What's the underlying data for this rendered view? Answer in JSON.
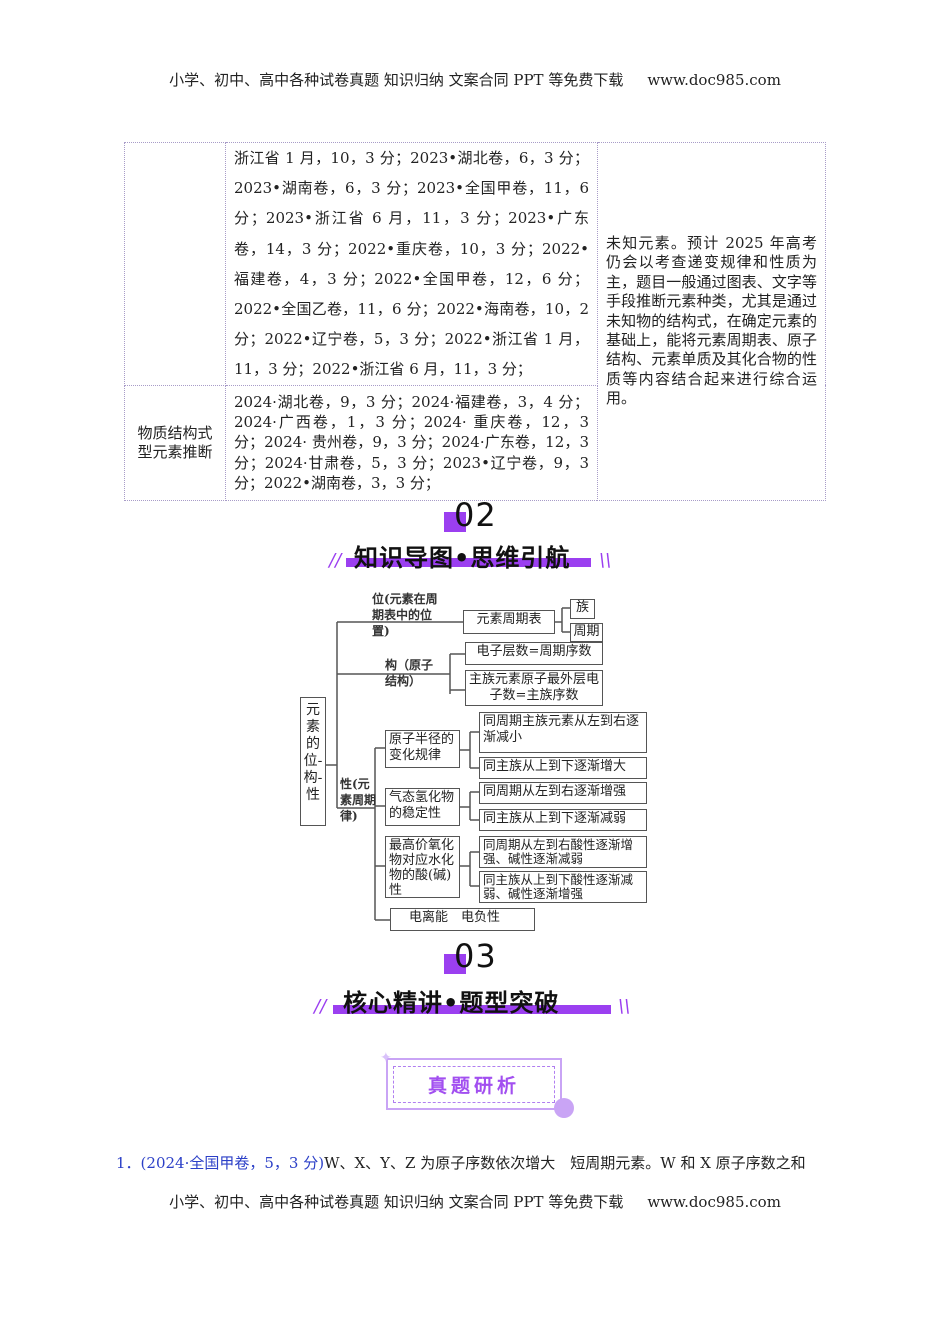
{
  "header": {
    "text": "小学、初中、高中各种试卷真题  知识归纳  文案合同  PPT 等免费下载",
    "url": "www.doc985.com"
  },
  "footer": {
    "text": "小学、初中、高中各种试卷真题  知识归纳  文案合同  PPT 等免费下载",
    "url": "www.doc985.com"
  },
  "table": {
    "row1": {
      "topic": "",
      "sources": "浙江省 1 月，10，3 分；2023•湖北卷，6，3 分；2023•湖南卷，6，3 分；2023•全国甲卷，11，6 分；2023•浙江省 6 月，11，3 分；2023•广东卷，14，3 分；2022•重庆卷，10，3 分；2022•福建卷，4，3 分；2022•全国甲卷，12，6 分；2022•全国乙卷，11，6 分；2022•海南卷，10，2 分；2022•辽宁卷，5，3 分；2022•浙江省 1 月，11，3 分；2022•浙江省 6 月，11，3 分；"
    },
    "row2": {
      "topic": "物质结构式型元素推断",
      "sources": "2024·湖北卷，9，3 分；2024·福建卷，3，4 分；2024·广西卷，1，3 分；2024· 重庆卷，12，3 分；2024· 贵州卷，9，3 分；2024·广东卷，12，3 分；2024·甘肃卷，5，3 分；2023•辽宁卷，9，3 分；2022•湖南卷，3，3 分；"
    },
    "analysis": "未知元素。预计 2025 年高考仍会以考查递变规律和性质为主，题目一般通过图表、文字等手段推断元素种类，尤其是通过未知物的结构式，在确定元素的基础上，能将元素周期表、原子结构、元素单质及其化合物的性质等内容结合起来进行综合运用。"
  },
  "section2": {
    "number": "02",
    "title": "知识导图•思维引航"
  },
  "mindmap": {
    "root": "元素的位-构-性",
    "wei_label": "位(元素在周期表中的位置)",
    "periodic_table": "元素周期表",
    "group": "族",
    "period": "周期",
    "gou_label": "构（原子结构）",
    "shells": "电子层数=周期序数",
    "outer": "主族元素原子最外层电子数=主族序数",
    "xing_label": "性(元素周期律)",
    "radius": "原子半径的变化规律",
    "radius_a": "同周期主族元素从左到右逐渐减小",
    "radius_b": "同主族从上到下逐渐增大",
    "hydride": "气态氢化物的稳定性",
    "hydride_a": "同周期从左到右逐渐增强",
    "hydride_b": "同主族从上到下逐渐减弱",
    "oxide": "最高价氧化物对应水化物的酸(碱)性",
    "oxide_a": "同周期从左到右酸性逐渐增强、碱性逐渐减弱",
    "oxide_b": "同主族从上到下酸性逐渐减弱、碱性逐渐增强",
    "ionization": "电离能　电负性"
  },
  "section3": {
    "number": "03",
    "title": "核心精讲•题型突破",
    "badge": "真题研析"
  },
  "question": {
    "number": "1．",
    "source": "(2024·全国甲卷，5，3 分)",
    "text": "W、X、Y、Z 为原子序数依次增大　短周期元素。W 和 X 原子序数之和"
  },
  "colors": {
    "accent": "#9b3ff0",
    "link": "#2b3fc7"
  }
}
